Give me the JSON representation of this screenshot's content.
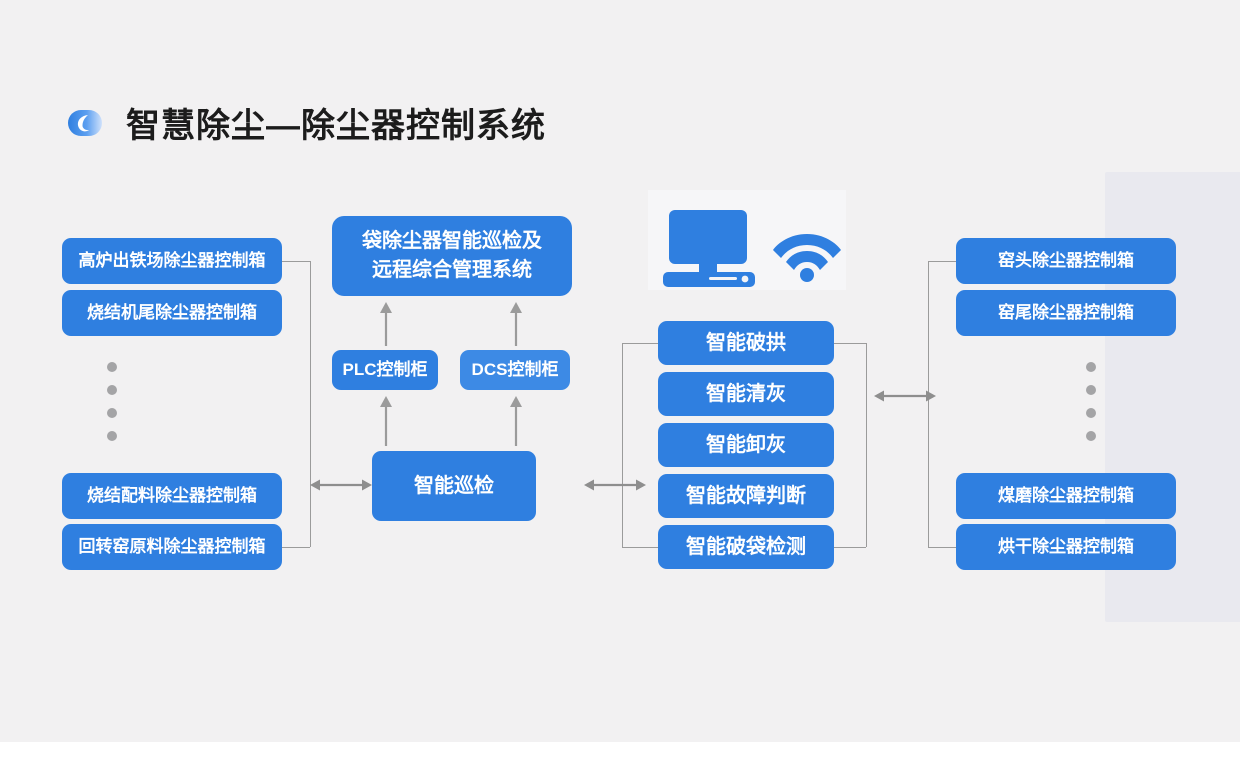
{
  "header": {
    "title": "智慧除尘—除尘器控制系统",
    "logo_icon": "swirl-logo-icon"
  },
  "colors": {
    "background": "#f2f1f2",
    "node_blue": "#2f7fe0",
    "node_blue_light": "#3d8ae5",
    "node_text": "#ffffff",
    "connector_gray": "#9b9b9b",
    "dot_gray": "#a4a4a6",
    "panel_lavender": "#e9e9ef",
    "title_text": "#1c1c1c"
  },
  "left_group": {
    "top_items": [
      {
        "label": "高炉出铁场除尘器控制箱"
      },
      {
        "label": "烧结机尾除尘器控制箱"
      }
    ],
    "ellipsis_dots": 4,
    "bottom_items": [
      {
        "label": "烧结配料除尘器控制箱"
      },
      {
        "label": "回转窑原料除尘器控制箱"
      }
    ]
  },
  "center_group": {
    "system_box": {
      "line1": "袋除尘器智能巡检及",
      "line2": "远程综合管理系统"
    },
    "cabinets": [
      {
        "label": "PLC控制柜"
      },
      {
        "label": "DCS控制柜"
      }
    ],
    "inspection_box": {
      "label": "智能巡检"
    }
  },
  "illustration": {
    "computer_icon": "desktop-computer-icon",
    "wifi_icon": "wifi-signal-icon"
  },
  "function_group": {
    "items": [
      {
        "label": "智能破拱"
      },
      {
        "label": "智能清灰"
      },
      {
        "label": "智能卸灰"
      },
      {
        "label": "智能故障判断"
      },
      {
        "label": "智能破袋检测"
      }
    ]
  },
  "right_group": {
    "top_items": [
      {
        "label": "窑头除尘器控制箱"
      },
      {
        "label": "窑尾除尘器控制箱"
      }
    ],
    "ellipsis_dots": 4,
    "bottom_items": [
      {
        "label": "煤磨除尘器控制箱"
      },
      {
        "label": "烘干除尘器控制箱"
      }
    ]
  },
  "connectors": {
    "left_to_center_arrow": "bidirectional-arrow",
    "center_to_function_arrow": "bidirectional-arrow",
    "function_to_right_arrow": "bidirectional-arrow",
    "plc_to_system_arrow": "up-arrow",
    "dcs_to_system_arrow": "up-arrow",
    "inspection_to_plc_arrow": "up-arrow",
    "inspection_to_dcs_arrow": "up-arrow"
  }
}
